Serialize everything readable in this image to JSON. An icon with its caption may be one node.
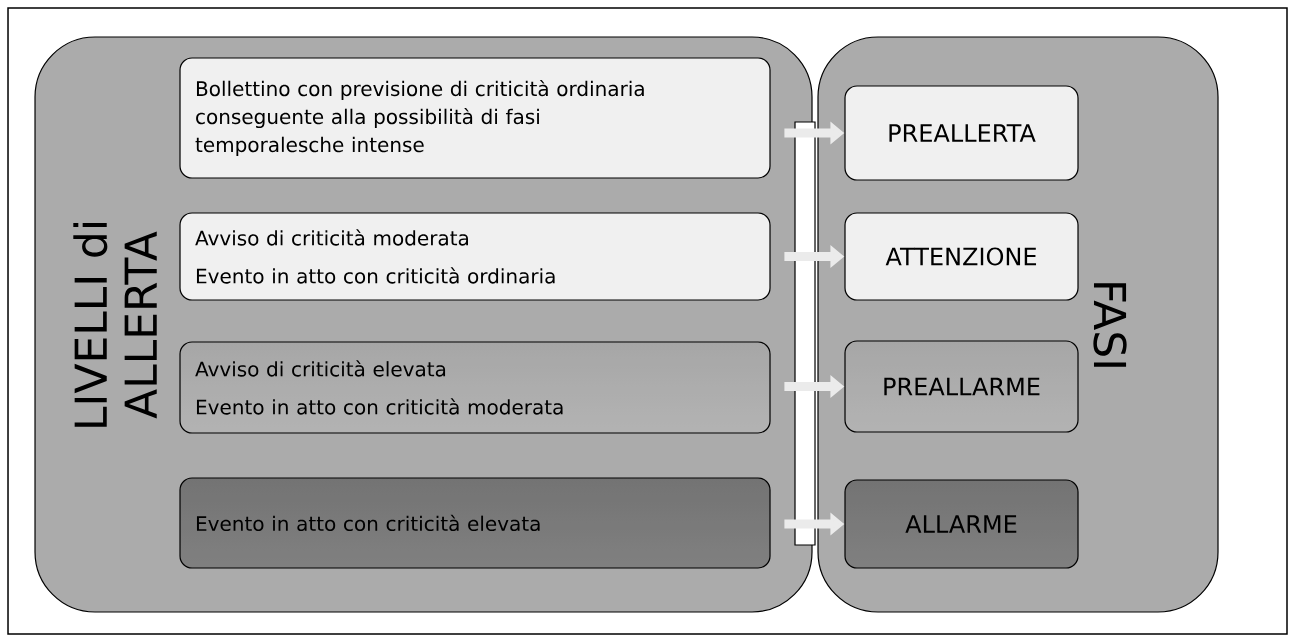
{
  "diagram": {
    "nodes": [
      {
        "text": [
          "LIVELLI di ALLERTA"
        ]
      },
      {
        "text": [
          "Bollettino con previsione di criticità ordinaria conseguente alla possibilità di fasi temporalesche intense"
        ],
        "in": 0
      },
      {
        "text": [
          "Avviso di criticità moderata",
          "Evento in atto con criticità ordinaria"
        ],
        "in": 0
      },
      {
        "text": [
          "Avviso di criticità elevata",
          "Evento in atto con criticità moderata"
        ],
        "in": 0
      },
      {
        "text": [
          "Evento in atto con criticità elevata"
        ],
        "in": 0
      },
      {
        "text": [
          "FASI"
        ]
      },
      {
        "text": [
          "PREALLERTA"
        ],
        "in": 5
      },
      {
        "text": [
          "ATTENZIONE"
        ],
        "in": 5
      },
      {
        "text": [
          "PREALLARME"
        ],
        "in": 5
      },
      {
        "text": [
          "ALLARME"
        ],
        "in": 5
      },
      {
        "text": [],
        "shape": "bar"
      }
    ],
    "edges": [
      {
        "from": 10,
        "to": 6,
        "arrow": "to"
      },
      {
        "from": 10,
        "to": 7,
        "arrow": "to"
      },
      {
        "from": 10,
        "to": 8,
        "arrow": "to"
      },
      {
        "from": 10,
        "to": 9,
        "arrow": "to"
      }
    ]
  }
}
